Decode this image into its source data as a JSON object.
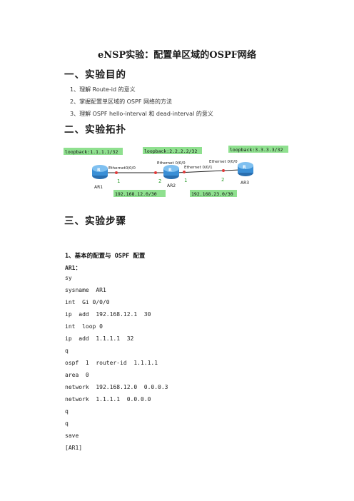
{
  "title": "eNSP实验：配置单区域的OSPF网络",
  "sections": {
    "s1": "一、实验目的",
    "s2": "二、实验拓扑",
    "s3": "三、实验步骤"
  },
  "objectives": [
    "1、理解 Route-id 的意义",
    "2、掌握配置单区域的 OSPF 网络的方法",
    "3、理解 OSPF hello-interval 和 dead-interval 的意义"
  ],
  "topology": {
    "loopbacks": [
      "loopback:1.1.1.1/32",
      "loopback:2.2.2.2/32",
      "loopback:3.3.3.3/32"
    ],
    "routers": [
      "AR1",
      "AR2",
      "AR3"
    ],
    "interfaces": [
      "Ethernet0/0/0",
      "Ethernet 0/0/0",
      "Ethernet 0/0/1",
      "Ethernet 0/0/0"
    ],
    "ports": [
      "1",
      "2",
      "1",
      "2"
    ],
    "subnets": [
      "192.168.12.0/30",
      "192.168.23.0/30"
    ],
    "colors": {
      "label_bg": "#8fe08f",
      "router": "#3a8fd6",
      "link_dot": "#e03a3a"
    }
  },
  "steps": {
    "heading": "1、基本的配置与 OSPF 配置",
    "device": "AR1：",
    "lines": [
      "sy",
      "sysname  AR1",
      "int  Gi 0/0/0",
      "ip  add  192.168.12.1  30",
      "int  loop 0",
      "ip  add  1.1.1.1  32",
      "q",
      "ospf  1  router-id  1.1.1.1",
      "area  0",
      "network  192.168.12.0  0.0.0.3",
      "network  1.1.1.1  0.0.0.0",
      "q",
      "q",
      "save",
      "[AR1]"
    ]
  }
}
